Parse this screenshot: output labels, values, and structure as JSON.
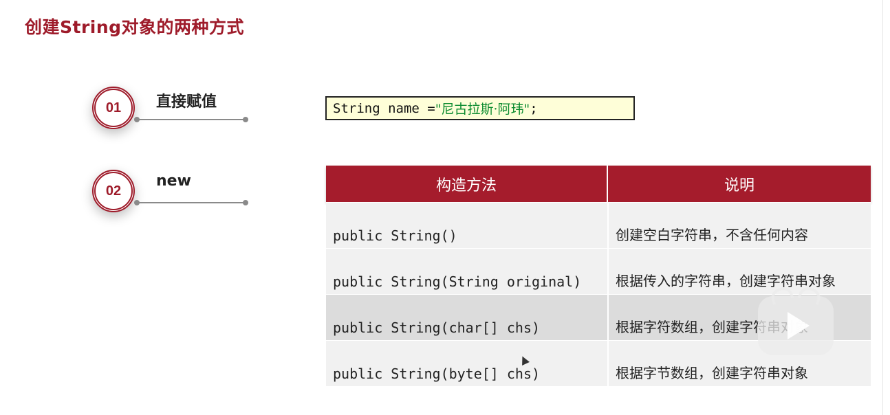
{
  "slide": {
    "title": "创建String对象的两种方式"
  },
  "steps": [
    {
      "number": "01",
      "label": "直接赋值"
    },
    {
      "number": "02",
      "label": "new"
    }
  ],
  "code_snippet": {
    "prefix": "String name = ",
    "string_literal": "\"尼古拉斯·阿玮\"",
    "suffix": ";"
  },
  "table": {
    "headers": [
      "构造方法",
      "说明"
    ],
    "rows": [
      [
        "public String()",
        "创建空白字符串，不含任何内容"
      ],
      [
        "public String(String original)",
        "根据传入的字符串，创建字符串对象"
      ],
      [
        "public String(char[] chs)",
        "根据字符数组，创建字符串对象"
      ],
      [
        "public String(byte[] chs)",
        "根据字节数组，创建字符串对象"
      ]
    ]
  },
  "icons": {
    "play": "play-icon",
    "cursor": "cursor-icon"
  },
  "colors": {
    "brand": "#9e1b2a",
    "table_header": "#a51c2c",
    "code_bg": "#fefed8",
    "string_literal": "#0a8a2e"
  }
}
